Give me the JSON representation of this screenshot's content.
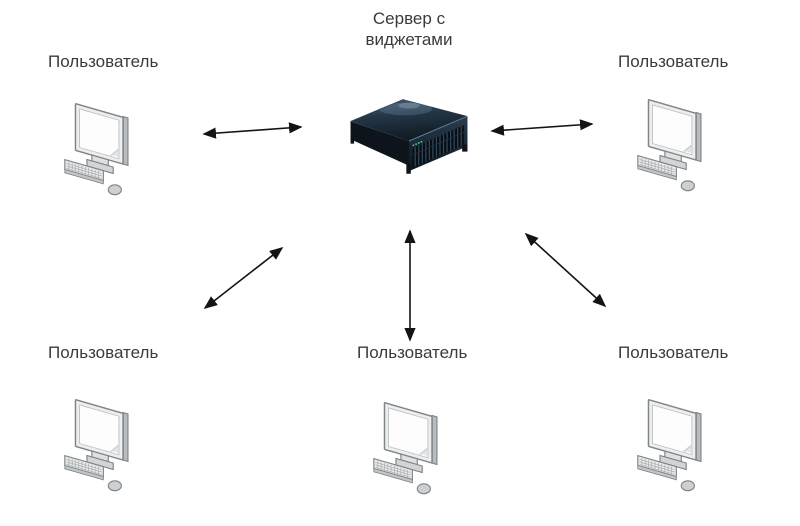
{
  "diagram": {
    "server": {
      "label": "Сервер с виджетами",
      "icon": "rack-server-icon"
    },
    "users": [
      {
        "position": "top-left",
        "label": "Пользователь",
        "icon": "desktop-computer-icon"
      },
      {
        "position": "top-right",
        "label": "Пользователь",
        "icon": "desktop-computer-icon"
      },
      {
        "position": "bottom-left",
        "label": "Пользователь",
        "icon": "desktop-computer-icon"
      },
      {
        "position": "bottom-center",
        "label": "Пользователь",
        "icon": "desktop-computer-icon"
      },
      {
        "position": "bottom-right",
        "label": "Пользователь",
        "icon": "desktop-computer-icon"
      }
    ],
    "connections": [
      {
        "from": "server",
        "to": "user-top-left",
        "type": "bidirectional-arrow"
      },
      {
        "from": "server",
        "to": "user-top-right",
        "type": "bidirectional-arrow"
      },
      {
        "from": "server",
        "to": "user-bottom-left",
        "type": "bidirectional-arrow"
      },
      {
        "from": "server",
        "to": "user-bottom-center",
        "type": "bidirectional-arrow"
      },
      {
        "from": "server",
        "to": "user-bottom-right",
        "type": "bidirectional-arrow"
      }
    ],
    "colors": {
      "background": "#ffffff",
      "label_text": "#3b3b3b",
      "arrow": "#141414",
      "server_body_dark": "#16222e",
      "server_highlight": "#45607a",
      "led_green": "#3fe08f",
      "workstation_gray": "#d6d9da"
    }
  }
}
